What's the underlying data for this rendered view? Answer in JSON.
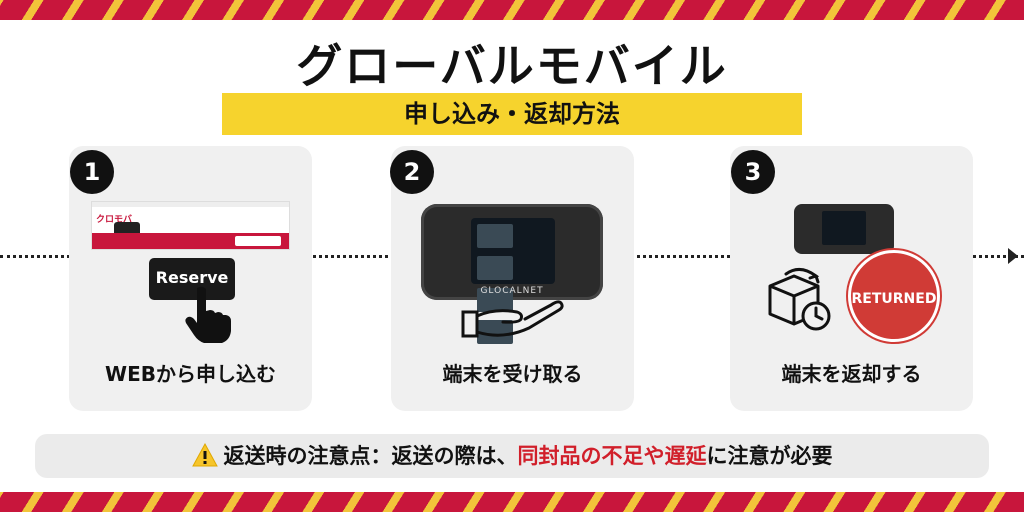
{
  "header": {
    "title": "グローバルモバイル",
    "subtitle": "申し込み・返却方法"
  },
  "steps": [
    {
      "number": "1",
      "label": "WEBから申し込む",
      "button_text": "Reserve",
      "icons": [
        "website-screenshot",
        "reserve-button",
        "pointing-hand-icon"
      ]
    },
    {
      "number": "2",
      "label": "端末を受け取る",
      "device_brand": "GLOCALNET",
      "icons": [
        "wifi-router-icon",
        "open-hand-icon"
      ]
    },
    {
      "number": "3",
      "label": "端末を返却する",
      "stamp_text": "RETURNED",
      "icons": [
        "wifi-router-icon",
        "return-box-icon",
        "clock-icon",
        "returned-stamp"
      ]
    }
  ],
  "notice": {
    "prefix": "返送時の注意点：返送の際は、",
    "highlight": "同封品の不足や遅延",
    "suffix": "に注意が必要"
  },
  "colors": {
    "stripe_red": "#c8163c",
    "stripe_yellow": "#f2c43a",
    "subtitle_bg": "#f6d32d",
    "card_bg": "#f0f0f0",
    "stamp_red": "#d03b36",
    "highlight_red": "#d11f2a"
  }
}
